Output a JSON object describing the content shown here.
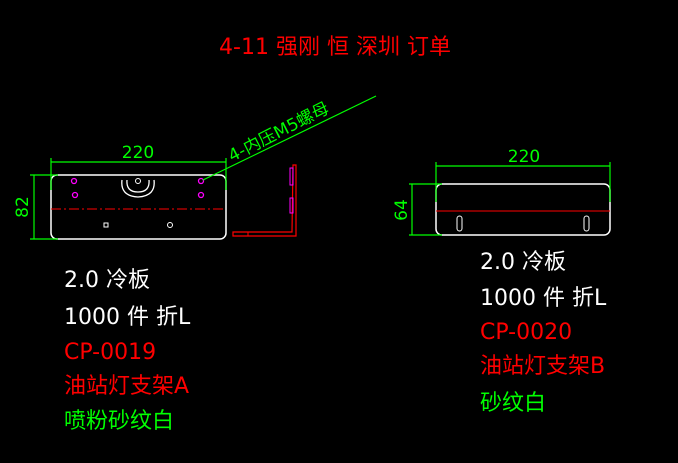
{
  "title": "4-11  强刚 恒 深圳 订单",
  "colors": {
    "bg": "#000000",
    "outline": "#ffffff",
    "dim": "#00ff00",
    "red": "#ff0000",
    "magenta": "#ff00ff"
  },
  "part_a": {
    "width_dim": "220",
    "height_dim": "82",
    "leader_note": "4-内压M5螺母",
    "lines": [
      "2.0  冷板",
      "1000  件  折L",
      "CP-0019",
      "油站灯支架A",
      "喷粉砂纹白"
    ]
  },
  "part_b": {
    "width_dim": "220",
    "height_dim": "64",
    "lines": [
      "2.0 冷板",
      "1000 件 折L",
      "CP-0020",
      "油站灯支架B",
      "砂纹白"
    ]
  }
}
